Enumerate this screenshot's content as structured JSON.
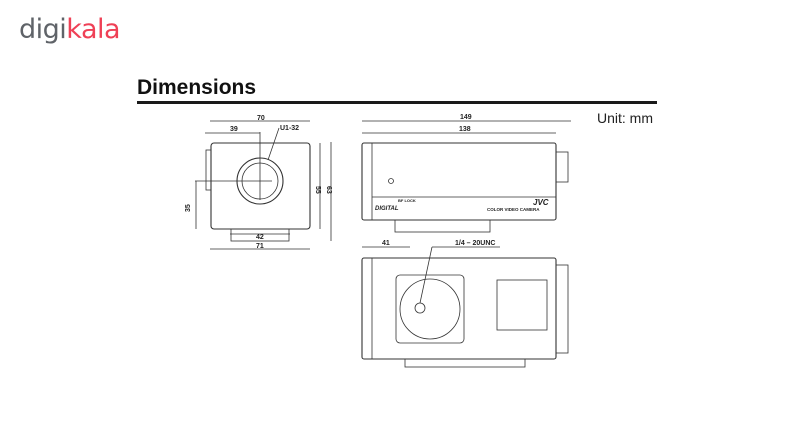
{
  "logo": {
    "part1": "digi",
    "part2": "kala"
  },
  "heading": "Dimensions",
  "unit": "Unit: mm",
  "front_view": {
    "width_top": "70",
    "offset": "39",
    "mount": "U1-32",
    "height_inner": "55",
    "height_outer": "63",
    "center_height": "35",
    "base_width": "42",
    "width_bottom": "71"
  },
  "side_view": {
    "length_total": "149",
    "length_body": "138",
    "label_lock": "BF LOCK",
    "label_digital": "DIGITAL",
    "brand": "JVC",
    "label_camera": "COLOR VIDEO CAMERA"
  },
  "bottom_view": {
    "offset": "41",
    "thread": "1/4 – 20UNC"
  }
}
